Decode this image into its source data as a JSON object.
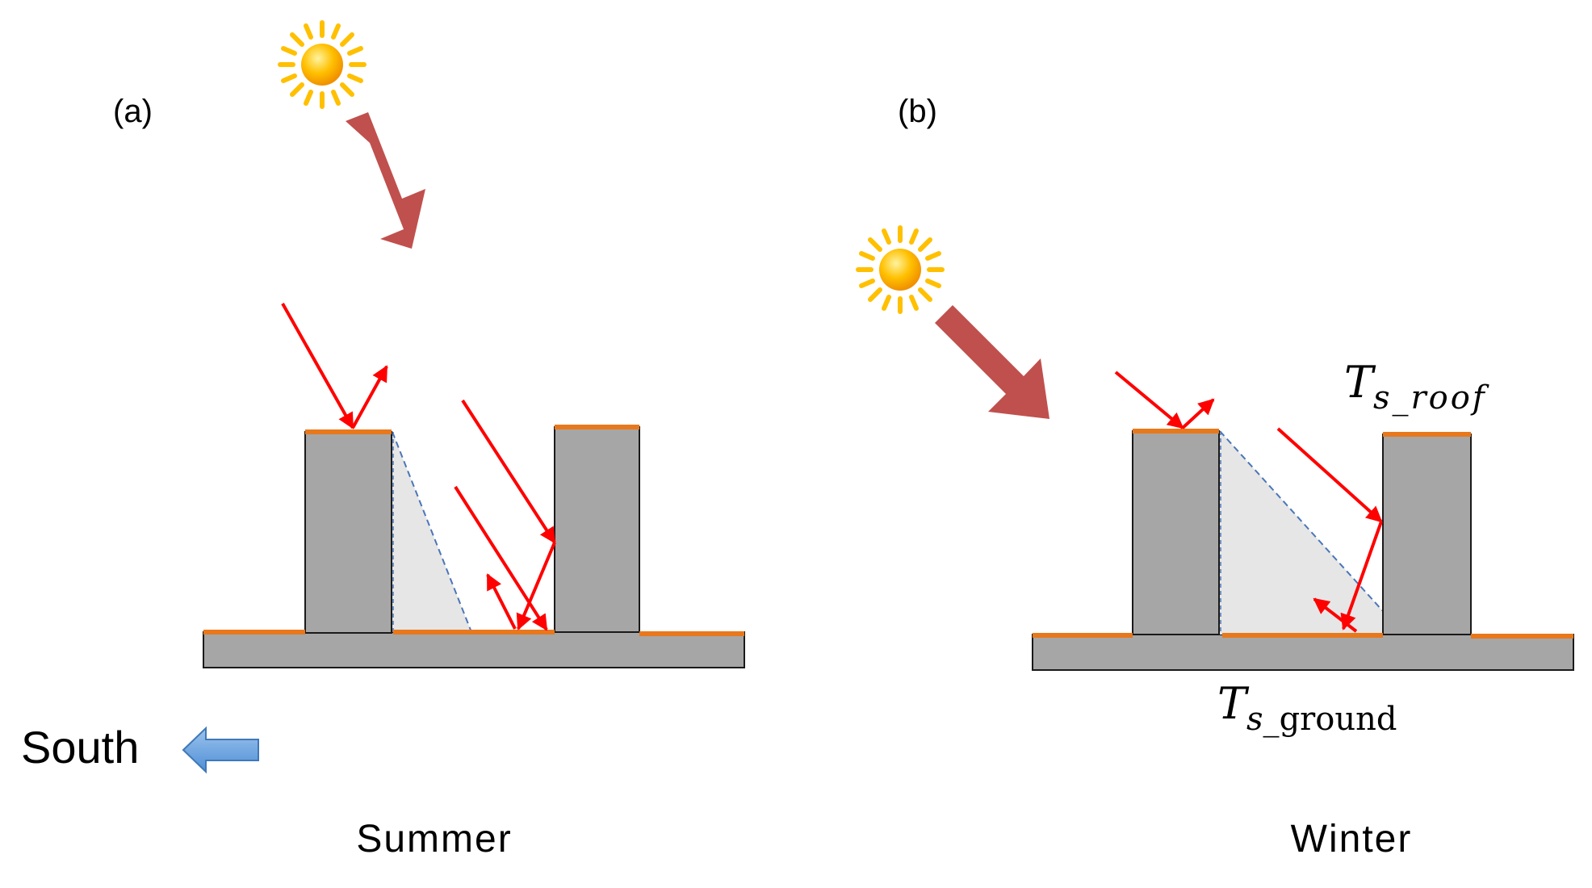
{
  "panels": {
    "a": {
      "label": "(a)",
      "season": "Summer"
    },
    "b": {
      "label": "(b)",
      "season": "Winter"
    }
  },
  "direction": {
    "label": "South"
  },
  "annotations": {
    "roof": {
      "symbol": "T",
      "subscript": "s_roof"
    },
    "ground": {
      "symbol": "T",
      "subscript_prefix": "s_",
      "subscript_word": "ground"
    }
  },
  "colors": {
    "building": "#a6a6a6",
    "building_outline": "#1a1a1a",
    "surface_highlight": "#e8781c",
    "ray": "#ff0000",
    "sun_beam": "#c0504d",
    "shadow": "#e6e6e6",
    "shadow_edge": "#4a76b8",
    "direction_arrow": "#5b9bd5",
    "sun_core": "#ffb000",
    "sun_ray": "#ffc000"
  }
}
